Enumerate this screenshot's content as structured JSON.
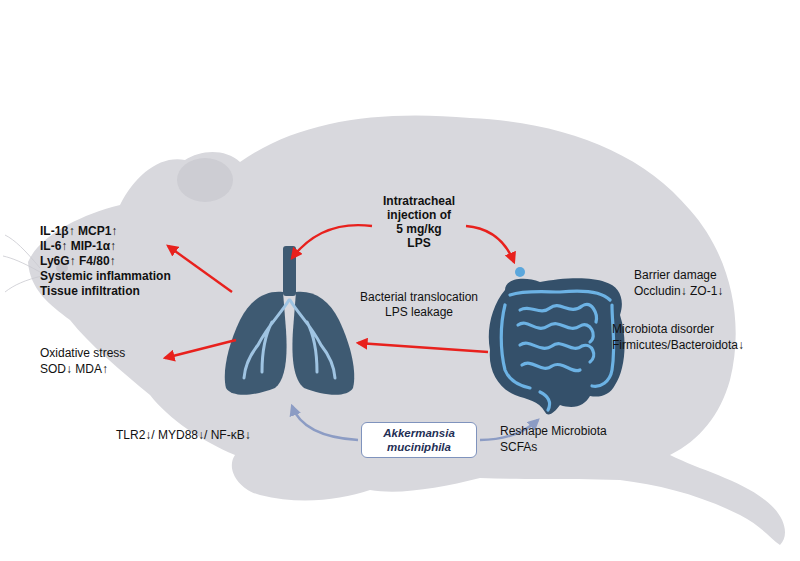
{
  "diagram": {
    "nodes": [
      {
        "text": [
          "Akkermansia muciniphila"
        ]
      }
    ],
    "labels": [
      "IL-1β↑ MCP1↑",
      "IL-6↑ MIP-1α↑",
      "Ly6G↑ F4/80↑",
      "Systemic inflammation",
      "Tissue infiltration",
      "Intratracheal",
      "injection of",
      "5 mg/kg",
      "LPS",
      "Barrier damage",
      "Occludin↓ ZO-1↓",
      "Microbiota disorder",
      "Firmicutes/Bacteroidota↓",
      "Bacterial translocation",
      "LPS leakage",
      "Oxidative stress",
      "SOD↓ MDA↑",
      "TLR2↓/ MYD88↓/ NF-κB↓",
      "Reshape Microbiota",
      "SCFAs"
    ]
  }
}
